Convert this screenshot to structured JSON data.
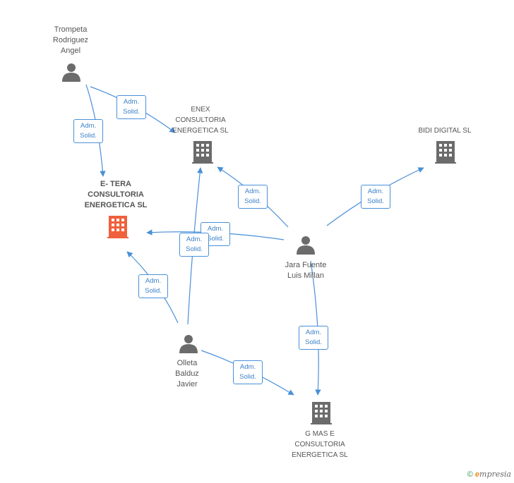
{
  "nodes": {
    "trompeta": {
      "label": "Trompeta\nRodriguez\nAngel"
    },
    "enex": {
      "label": "ENEX\nCONSULTORIA\nENERGETICA SL"
    },
    "bidi": {
      "label": "BIDI DIGITAL  SL"
    },
    "etera": {
      "label": "E- TERA\nCONSULTORIA\nENERGETICA SL"
    },
    "jara": {
      "label": "Jara Fuente\nLuis Millan"
    },
    "olleta": {
      "label": "Olleta\nBalduz\nJavier"
    },
    "gmas": {
      "label": "G MAS E\nCONSULTORIA\nENERGETICA SL"
    }
  },
  "edge_label_text": "Adm.\nSolid.",
  "colors": {
    "edge": "#4a90d9",
    "person": "#6b6b6b",
    "company": "#6b6b6b",
    "highlight": "#f0603c"
  },
  "footer": {
    "copyright": "©",
    "brand_e": "e",
    "brand_rest": "mpresia"
  }
}
